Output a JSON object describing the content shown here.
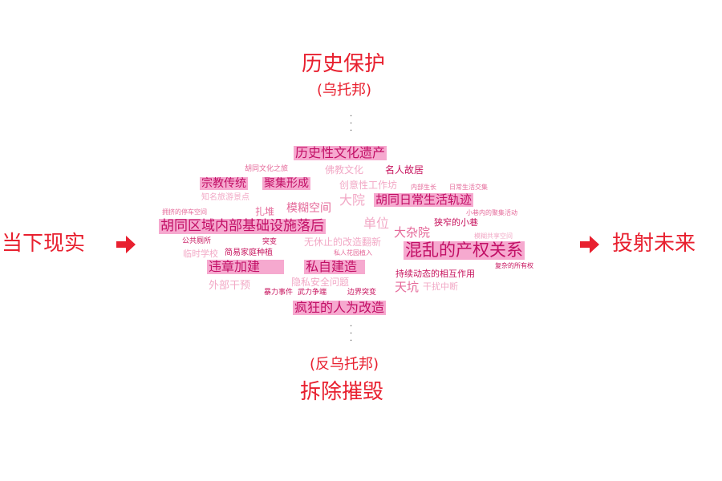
{
  "top": {
    "title": "历史保护",
    "sub": "(乌托邦)"
  },
  "bottom": {
    "sub": "(反乌托邦)",
    "title": "拆除摧毁"
  },
  "left": {
    "label": "当下现实"
  },
  "right": {
    "label": "投射未来"
  },
  "colors": {
    "accent": "#e8202f",
    "highlight": "#f6a9cf",
    "dark_text": "#c7145e",
    "light_text": "#f2a9c6"
  },
  "cloud": {
    "w01": "历史性文化遗产",
    "w02": "胡同文化之旅",
    "w03": "佛教文化",
    "w04": "名人故居",
    "w05": "宗教传统",
    "w06": "聚集形成",
    "w07": "创意性工作坊",
    "w08": "内部生长",
    "w09": "日常生活交集",
    "w10": "知名旅游景点",
    "w11": "大院",
    "w12": "胡同日常生活轨迹",
    "w13": "拥挤的停车空间",
    "w14": "扎堆",
    "w15": "模糊空间",
    "w16": "小巷内的聚集活动",
    "w17": "单位",
    "w18": "狭窄的小巷",
    "w19": "胡同区域内部基础设施落后",
    "w20": "大杂院",
    "w21": "模糊共享空间",
    "w22": "公共厕所",
    "w23": "突变",
    "w24": "无休止的改造翻新",
    "w25": "混乱的产权关系",
    "w26": "临时学校",
    "w27": "简易家庭种植",
    "w28": "私人花园植入",
    "w29": "复杂的所有权",
    "w30": "违章加建",
    "w31": "私自建造",
    "w32": "持续动态的相互作用",
    "w33": "隐私安全问题",
    "w34": "外部干预",
    "w35": "天坑",
    "w36": "干扰中断",
    "w37": "暴力事件",
    "w38": "武力争端",
    "w39": "边界突变",
    "w40": "疯狂的人为改造"
  }
}
